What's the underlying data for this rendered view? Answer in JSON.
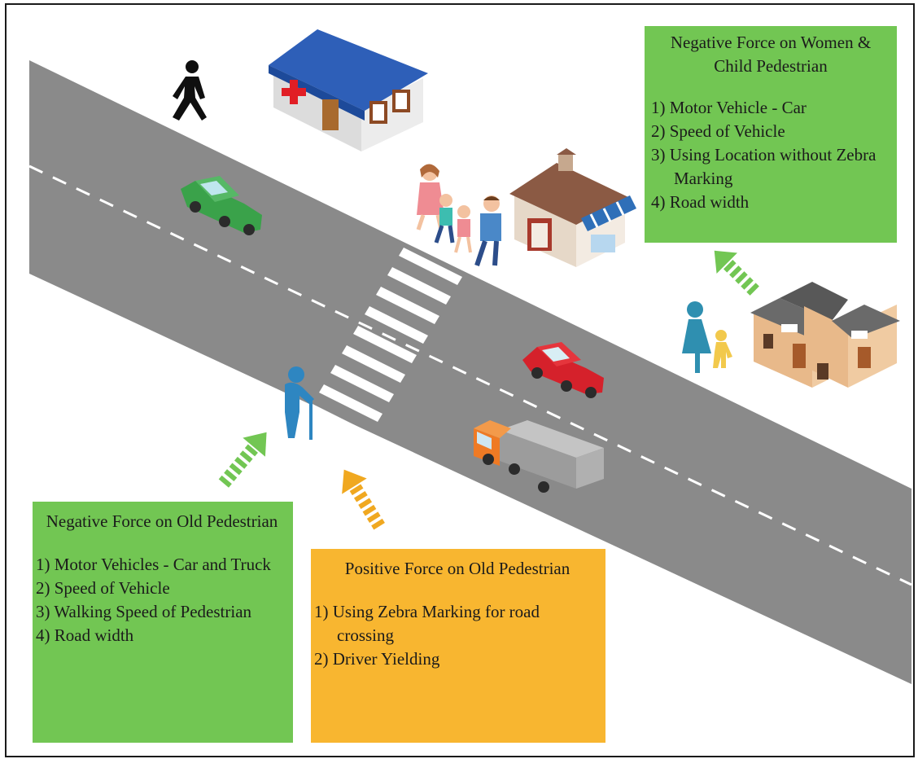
{
  "colors": {
    "road": "#8a8a8a",
    "road_marking": "#ffffff",
    "negative_box": "#72c653",
    "positive_box": "#f8b630"
  },
  "icons": [
    "walking-man-icon",
    "hospital-building-icon",
    "family-pedestrians-icon",
    "shop-building-icon",
    "green-car-icon",
    "red-car-icon",
    "orange-truck-icon",
    "old-man-with-cane-icon",
    "woman-and-child-icon",
    "townhouse-icon",
    "cross-symbol-icon"
  ],
  "negative_women_child": {
    "title": "Negative Force on Women & Child Pedestrian",
    "items": [
      "1) Motor Vehicle - Car",
      "2) Speed of Vehicle",
      "3) Using Location without Zebra Marking",
      "4) Road width"
    ]
  },
  "negative_old": {
    "title": "Negative Force on Old Pedestrian",
    "items": [
      "1) Motor Vehicles - Car and Truck",
      "2) Speed of Vehicle",
      "3) Walking Speed of Pedestrian",
      "4) Road width"
    ]
  },
  "positive_old": {
    "title": "Positive Force on Old Pedestrian",
    "items": [
      "1) Using Zebra Marking for road crossing",
      "2) Driver Yielding"
    ]
  }
}
